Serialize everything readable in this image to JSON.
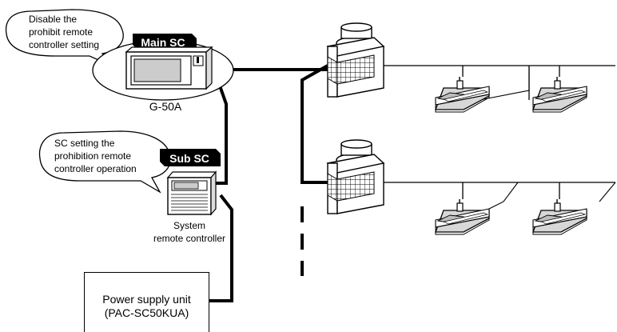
{
  "colors": {
    "line": "#000000",
    "label_background": "#000000",
    "label_text": "#ffffff",
    "device_gray": "#cccccc",
    "bubble_fill": "#ffffff"
  },
  "main_sc": {
    "tag": "Main SC",
    "device_name": "G-50A",
    "callout": [
      "Disable the",
      "prohibit remote",
      "controller setting"
    ]
  },
  "sub_sc": {
    "tag": "Sub SC",
    "device_name": [
      "System",
      "remote controller"
    ],
    "callout": [
      "SC setting the",
      "prohibition remote",
      "controller operation"
    ]
  },
  "power_supply": {
    "name": "Power supply unit",
    "model": "(PAC-SC50KUA)"
  },
  "icons": {
    "outdoor_unit": "outdoor-unit-icon",
    "indoor_unit": "ceiling-cassette-icon"
  }
}
